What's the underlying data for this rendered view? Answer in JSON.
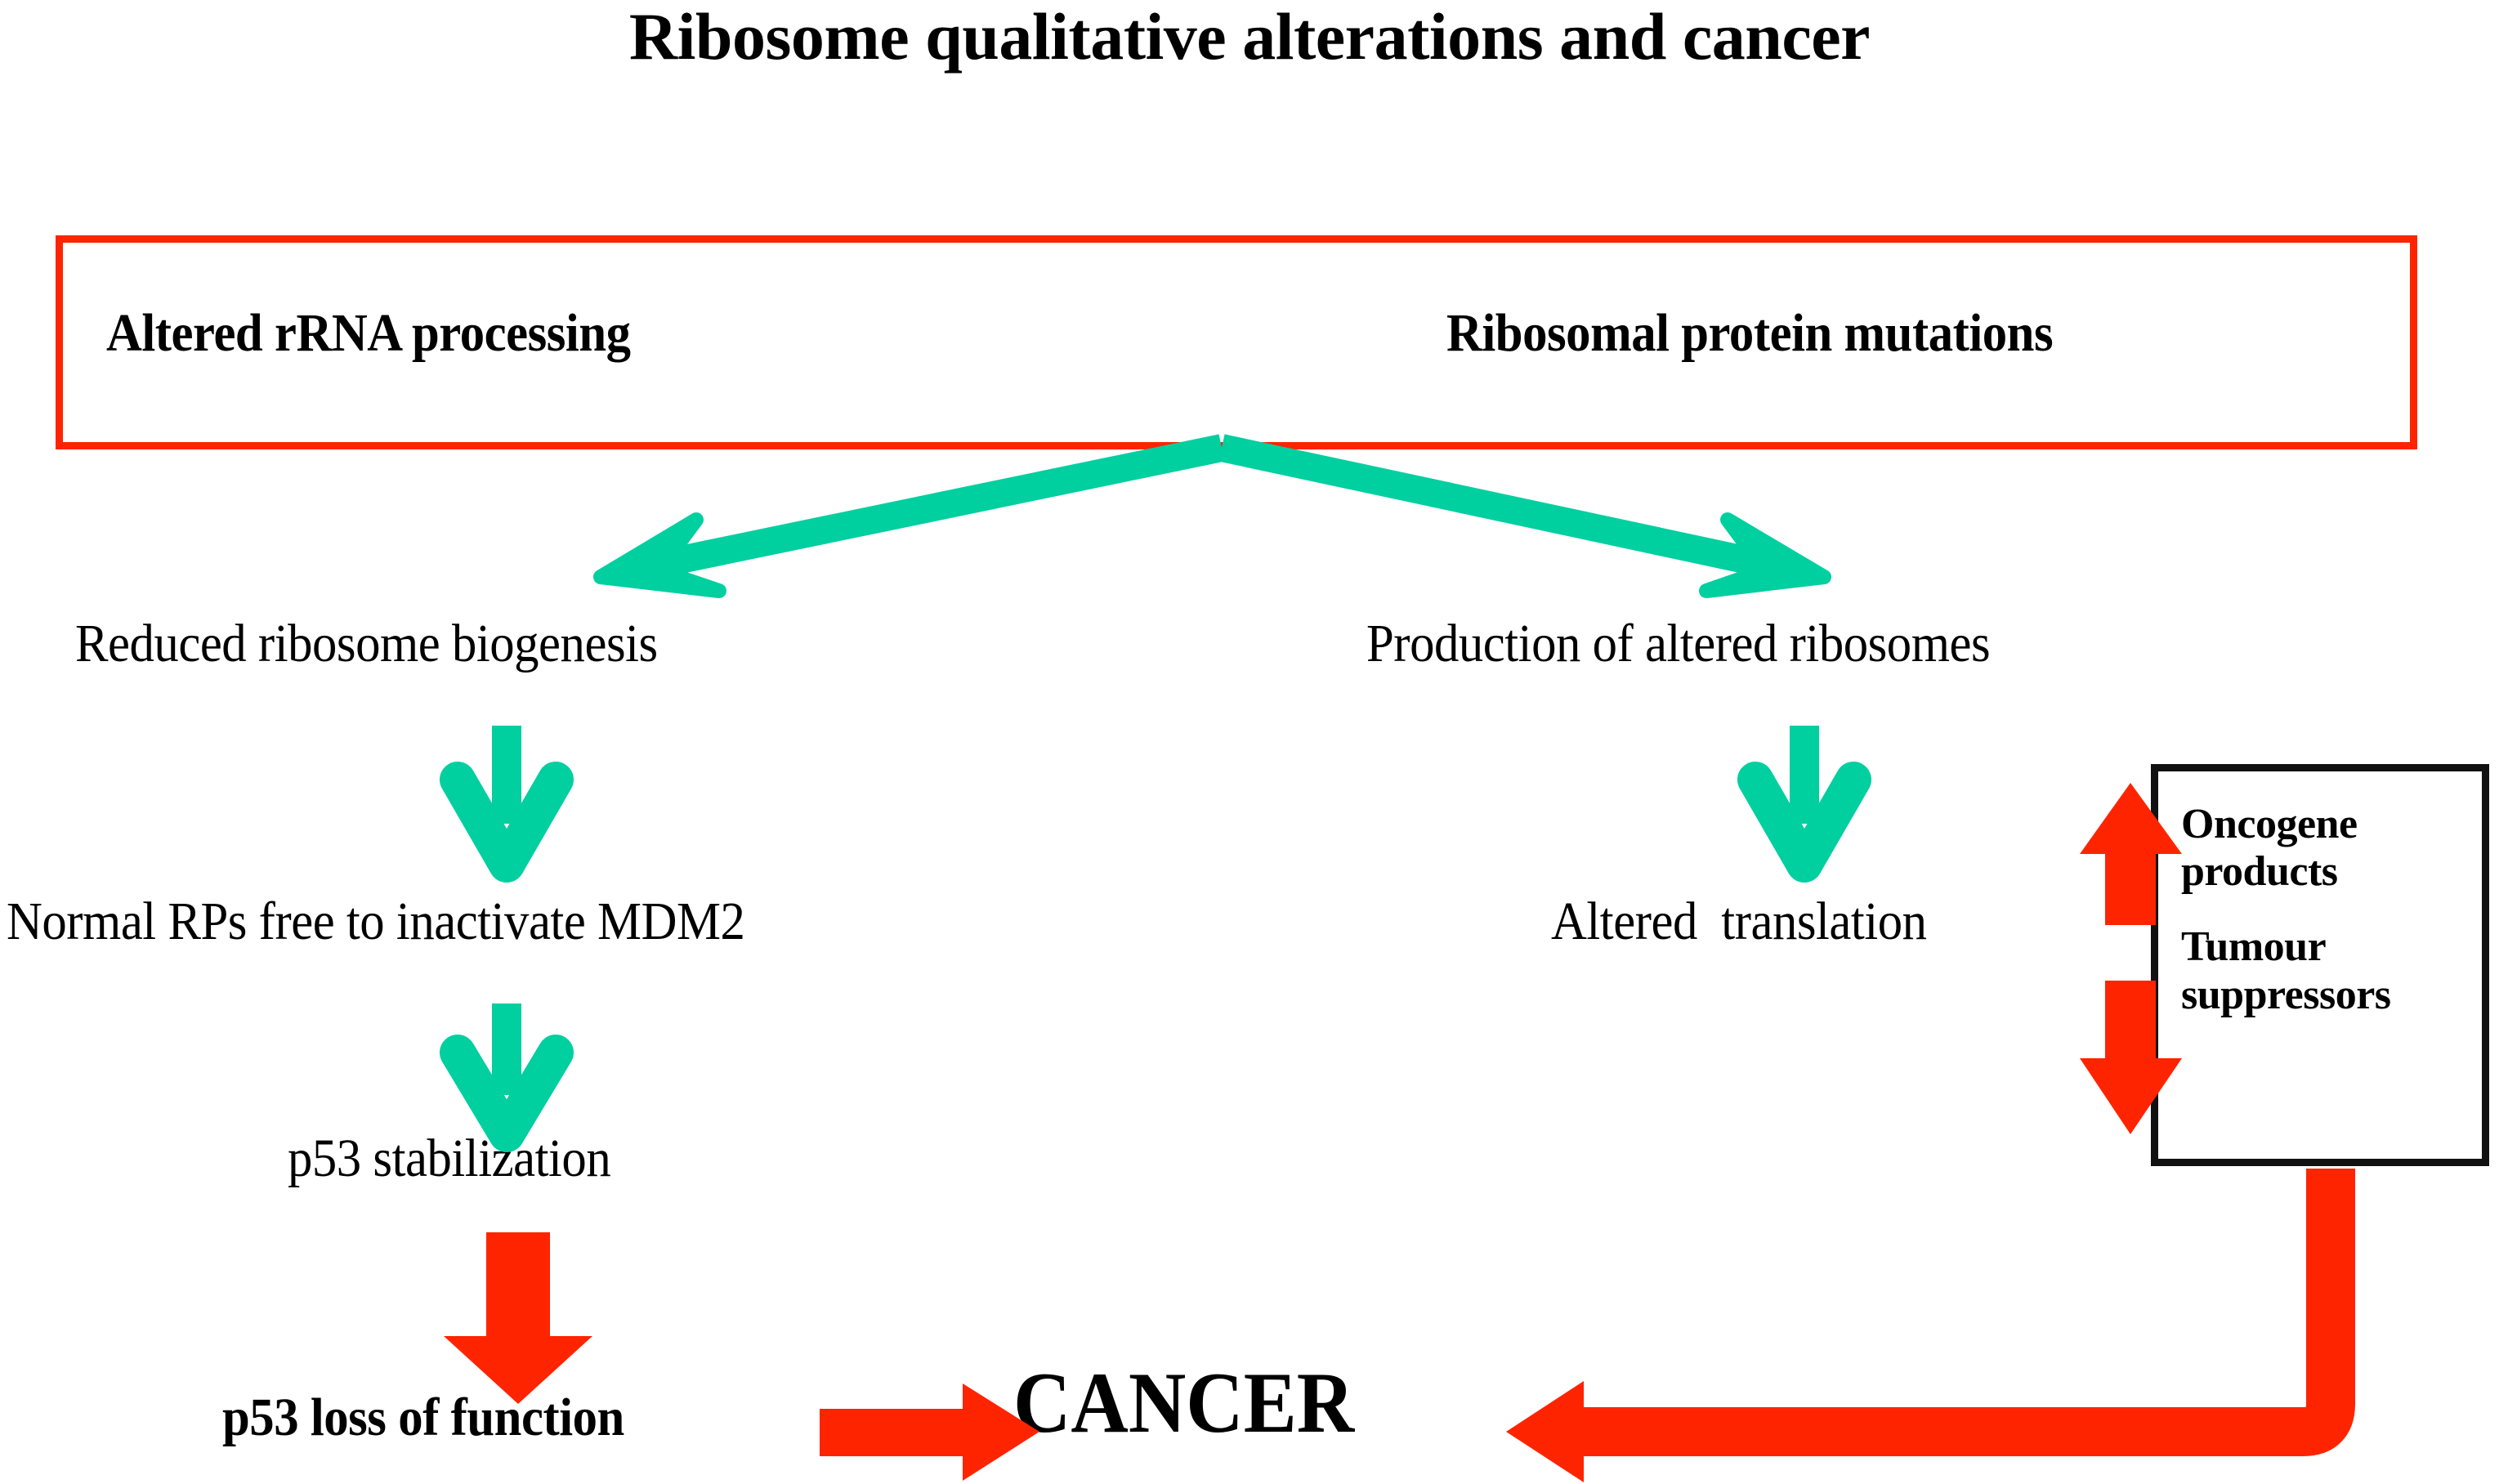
{
  "title": "Ribosome qualitative alterations and cancer",
  "colors": {
    "red": "#FF2400",
    "green": "#00CFA0",
    "black": "#111111",
    "background": "#FFFFFF"
  },
  "source_box": {
    "border_color": "#FF2400",
    "items": [
      {
        "id": "altered-rrna-processing",
        "label": "Altered rRNA processing"
      },
      {
        "id": "ribosomal-protein-mutations",
        "label": "Ribosomal protein mutations"
      }
    ]
  },
  "flow": {
    "left_branch": [
      {
        "id": "reduced-ribosome-biogenesis",
        "label": "Reduced ribosome biogenesis"
      },
      {
        "id": "normal-rps-inactivate-mdm2",
        "label": "Normal RPs free to inactivate MDM2"
      },
      {
        "id": "p53-stabilization",
        "label": "p53 stabilization"
      },
      {
        "id": "p53-loss-of-function",
        "label": "p53 loss of function"
      }
    ],
    "right_branch": [
      {
        "id": "production-of-altered-ribosomes",
        "label": "Production of altered ribosomes"
      },
      {
        "id": "altered-translation",
        "label": "Altered  translation"
      }
    ],
    "outcome": {
      "id": "cancer",
      "label": "CANCER"
    }
  },
  "regulator_box": {
    "border_color": "#111111",
    "lines": [
      "Oncogene",
      "products",
      "Tumour",
      "suppressors"
    ],
    "arrows": [
      "red-up-arrow",
      "red-down-arrow"
    ]
  },
  "arrows": [
    {
      "id": "green-split-left",
      "color": "#00CFA0",
      "direction": "down-left",
      "from": "source-box",
      "to": "reduced-ribosome-biogenesis"
    },
    {
      "id": "green-split-right",
      "color": "#00CFA0",
      "direction": "down-right",
      "from": "source-box",
      "to": "production-of-altered-ribosomes"
    },
    {
      "id": "green-down-left-1",
      "color": "#00CFA0",
      "direction": "down",
      "from": "reduced-ribosome-biogenesis",
      "to": "normal-rps-inactivate-mdm2"
    },
    {
      "id": "green-down-left-2",
      "color": "#00CFA0",
      "direction": "down",
      "from": "normal-rps-inactivate-mdm2",
      "to": "p53-stabilization"
    },
    {
      "id": "green-down-right-1",
      "color": "#00CFA0",
      "direction": "down",
      "from": "production-of-altered-ribosomes",
      "to": "altered-translation"
    },
    {
      "id": "red-down-p53",
      "color": "#FF2400",
      "direction": "down",
      "from": "p53-stabilization",
      "to": "p53-loss-of-function"
    },
    {
      "id": "red-right-to-cancer",
      "color": "#FF2400",
      "direction": "right",
      "from": "p53-loss-of-function",
      "to": "cancer"
    },
    {
      "id": "red-elbow-to-cancer",
      "color": "#FF2400",
      "direction": "left",
      "from": "regulator-box",
      "to": "cancer"
    },
    {
      "id": "red-up-regulator",
      "color": "#FF2400",
      "direction": "up",
      "from": "altered-translation",
      "to": "regulator-box"
    },
    {
      "id": "red-down-regulator",
      "color": "#FF2400",
      "direction": "down",
      "from": "regulator-box",
      "to": "altered-translation"
    }
  ]
}
